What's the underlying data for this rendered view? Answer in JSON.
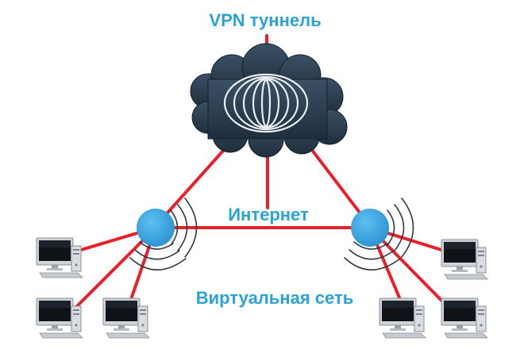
{
  "labels": {
    "vpn_tunnel": "VPN туннель",
    "internet": "Интернет",
    "virtual_network": "Виртуальная сеть"
  },
  "colors": {
    "link": "#e8202a",
    "node": "#3aa5e0",
    "cloud": "#2b3d4f",
    "label": "#2aa3d8"
  },
  "icons": {
    "cloud": "cloud-icon",
    "computer": "desktop-computer-icon",
    "wireless": "wireless-signal-icon"
  }
}
